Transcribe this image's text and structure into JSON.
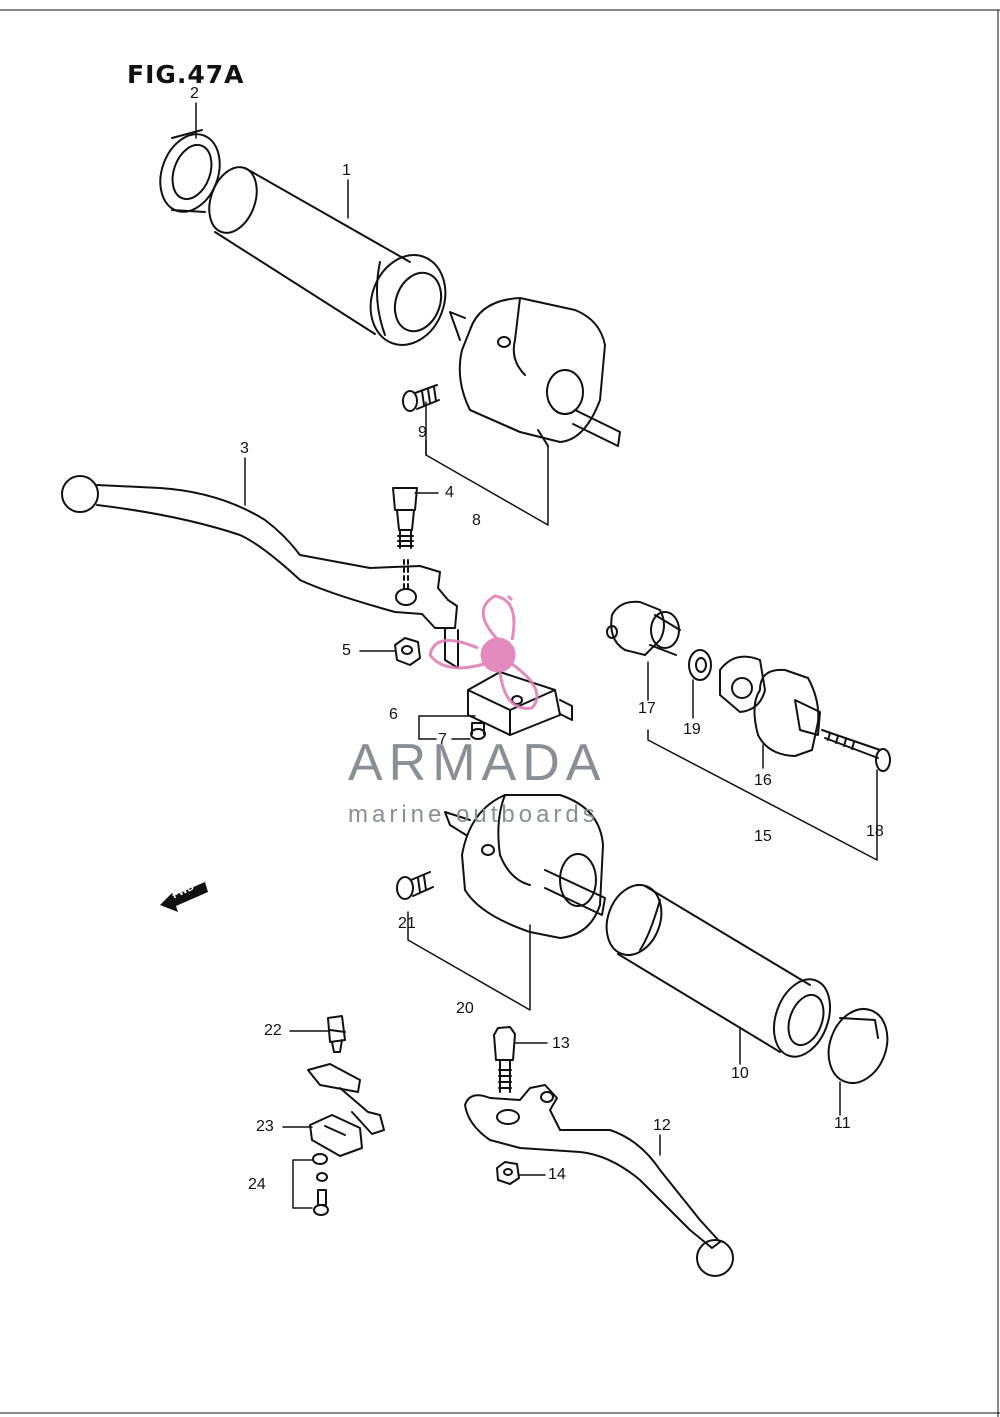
{
  "figure": {
    "title": "FIG.47A"
  },
  "callouts": [
    {
      "id": "c1",
      "text": "1"
    },
    {
      "id": "c2",
      "text": "2"
    },
    {
      "id": "c3",
      "text": "3"
    },
    {
      "id": "c4",
      "text": "4"
    },
    {
      "id": "c5",
      "text": "5"
    },
    {
      "id": "c6",
      "text": "6"
    },
    {
      "id": "c7",
      "text": "7"
    },
    {
      "id": "c8",
      "text": "8"
    },
    {
      "id": "c9",
      "text": "9"
    },
    {
      "id": "c10",
      "text": "10"
    },
    {
      "id": "c11",
      "text": "11"
    },
    {
      "id": "c12",
      "text": "12"
    },
    {
      "id": "c13",
      "text": "13"
    },
    {
      "id": "c14",
      "text": "14"
    },
    {
      "id": "c15",
      "text": "15"
    },
    {
      "id": "c16",
      "text": "16"
    },
    {
      "id": "c17",
      "text": "17"
    },
    {
      "id": "c18",
      "text": "18"
    },
    {
      "id": "c19",
      "text": "19"
    },
    {
      "id": "c20",
      "text": "20"
    },
    {
      "id": "c21",
      "text": "21"
    },
    {
      "id": "c22",
      "text": "22"
    },
    {
      "id": "c23",
      "text": "23"
    },
    {
      "id": "c24",
      "text": "24"
    }
  ],
  "direction_marker": {
    "text": "FWD",
    "icon": "fwd-arrow-icon"
  },
  "watermark": {
    "name": "ARMADA",
    "tagline": "marine outboards",
    "logo_icon": "propeller-logo-icon",
    "colors": {
      "logo": "#e07fb5",
      "text": "#8a8f96"
    }
  },
  "colors": {
    "line": "#111111",
    "background": "#ffffff"
  }
}
